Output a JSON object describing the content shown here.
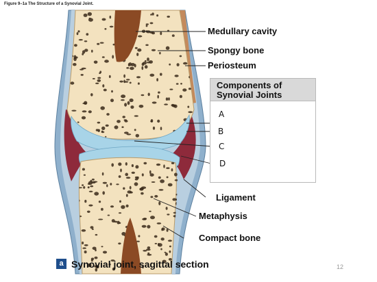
{
  "figure_title": "Figure 9–1a The Structure of a Synovial Joint.",
  "labels": {
    "medullary_cavity": "Medullary cavity",
    "spongy_bone": "Spongy bone",
    "periosteum": "Periosteum",
    "ligament": "Ligament",
    "metaphysis": "Metaphysis",
    "compact_bone": "Compact bone"
  },
  "components_box": {
    "title": "Components of Synovial Joints",
    "answers": [
      "A",
      "B",
      "C",
      "D"
    ]
  },
  "caption": {
    "badge": "a",
    "text": "Synovial joint, sagittal section"
  },
  "slide_number": "12",
  "colors": {
    "bone": "#f3e2bf",
    "bone_pore": "#3a2a1a",
    "marrow": "#8b4a24",
    "cartilage": "#a8d4e8",
    "synovial_membrane": "#8e2a3b",
    "capsule": "#8fb0cc",
    "periosteum": "#c48a5c",
    "badge": "#1f4e8c"
  }
}
